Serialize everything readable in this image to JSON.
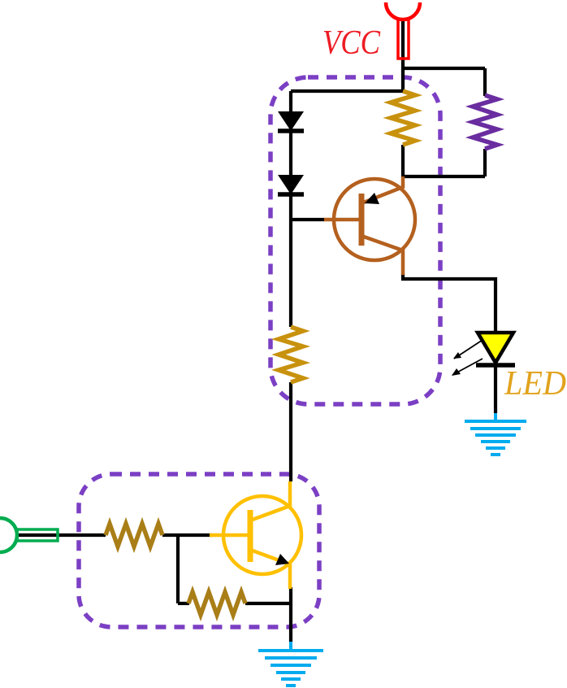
{
  "labels": {
    "vcc": "VCC",
    "led": "LED"
  },
  "colors": {
    "wire": "#000000",
    "red": "#FF0000",
    "vcc_text": "#ED1C24",
    "gold": "#C8920E",
    "gold_dark": "#A97E17",
    "purple": "#6A2DA0",
    "box": "#7B3FC4",
    "brown": "#B4601E",
    "amber": "#FFC000",
    "led_fill": "#FFFF00",
    "led_text": "#E1A21C",
    "ground": "#00ABEE",
    "green": "#00AC4F"
  },
  "components": {
    "power_port": "vcc-power-port-icon",
    "input_port": "input-terminal-icon",
    "diode_count": 2,
    "resistors": [
      "upper-gold-vertical",
      "purple-vertical",
      "middle-gold-vertical",
      "input-base-horizontal",
      "base-emitter-horizontal"
    ],
    "transistors": [
      "pnp-brown",
      "npn-yellow"
    ],
    "led": "led-diode-icon",
    "grounds": [
      "led-ground",
      "main-ground"
    ],
    "groups": [
      "upper-dashed-module",
      "lower-dashed-module"
    ]
  }
}
